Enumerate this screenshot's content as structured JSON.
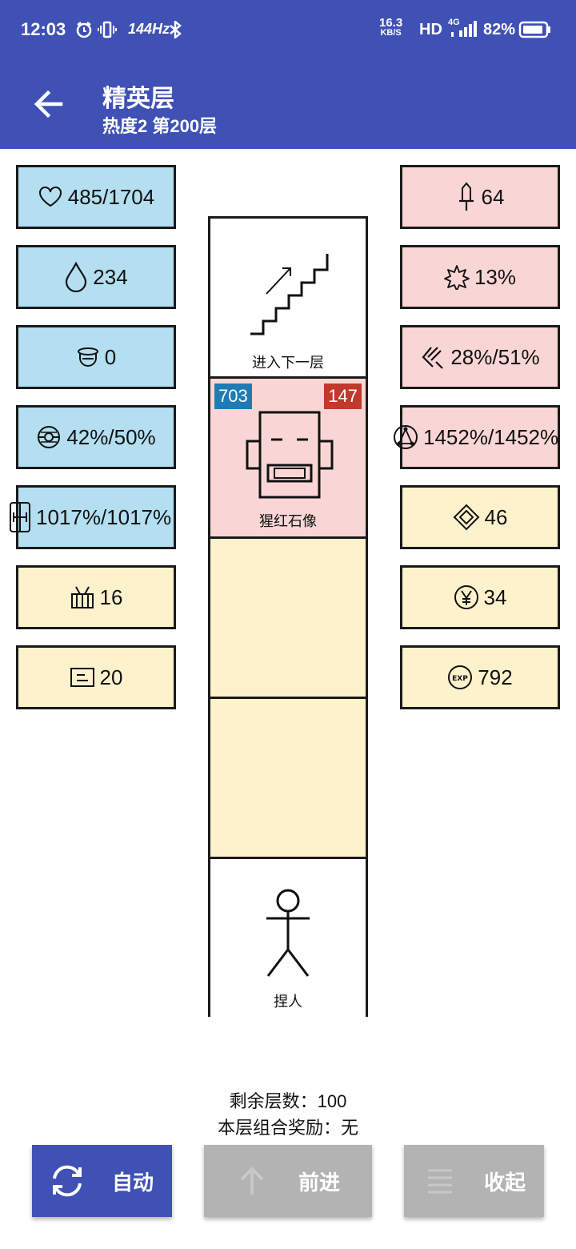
{
  "status_bar": {
    "time": "12:03",
    "refresh_rate": "144Hz",
    "net_speed_value": "16.3",
    "net_speed_unit": "KB/S",
    "hd": "HD",
    "network": "4G",
    "battery": "82%"
  },
  "header": {
    "title": "精英层",
    "subtitle": "热度2 第200层"
  },
  "left_stats": [
    {
      "icon": "heart-icon",
      "value": "485/1704"
    },
    {
      "icon": "droplet-icon",
      "value": "234"
    },
    {
      "icon": "helmet-icon",
      "value": "0"
    },
    {
      "icon": "ball-icon",
      "value": "42%/50%"
    },
    {
      "icon": "shield-bracket-icon",
      "value": "1017%/1017%"
    },
    {
      "icon": "fence-icon",
      "value": "16"
    },
    {
      "icon": "card-icon",
      "value": "20"
    }
  ],
  "right_stats": [
    {
      "icon": "sword-icon",
      "value": "64"
    },
    {
      "icon": "burst-icon",
      "value": "13%"
    },
    {
      "icon": "slash-icon",
      "value": "28%/51%"
    },
    {
      "icon": "circle-nodes-icon",
      "value": "1452%/1452%"
    },
    {
      "icon": "diamond-icon",
      "value": "46"
    },
    {
      "icon": "yen-icon",
      "value": "34"
    },
    {
      "icon": "exp-icon",
      "value": "792"
    }
  ],
  "tower": {
    "next_floor_label": "进入下一层",
    "enemy": {
      "name": "猩红石像",
      "hp": "703",
      "attack": "147"
    },
    "player_label": "捏人"
  },
  "footer": {
    "remaining": "剩余层数：100",
    "combo_reward": "本层组合奖励：无"
  },
  "buttons": {
    "auto": "自动",
    "forward": "前进",
    "collapse": "收起"
  },
  "colors": {
    "primary": "#3f51b5",
    "stat_blue": "#b3dff1",
    "stat_pink": "#f9d6d5",
    "stat_yellow": "#fef2cd",
    "badge_blue": "#1e7bb5",
    "badge_red": "#c0392b",
    "disabled": "#b3b3b3"
  }
}
